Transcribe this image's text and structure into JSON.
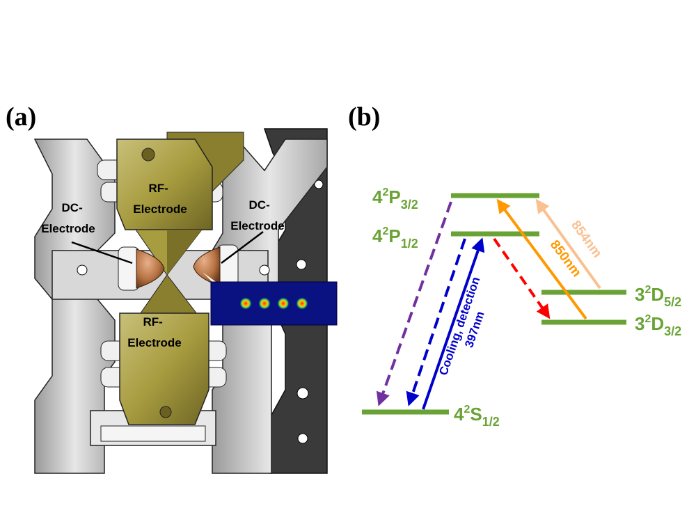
{
  "panel_a": {
    "tag": "(a)",
    "labels": {
      "rf_top": [
        "RF-",
        "Electrode"
      ],
      "rf_bottom": [
        "RF-",
        "Electrode"
      ],
      "dc_left": [
        "DC-",
        "Electrode"
      ],
      "dc_right": [
        "DC-",
        "Electrode"
      ]
    },
    "ion_count": 4
  },
  "panel_b": {
    "tag": "(b)",
    "levels": {
      "p32": {
        "main": "4",
        "sup": "2",
        "sym": "P",
        "sub": "3/2"
      },
      "p12": {
        "main": "4",
        "sup": "2",
        "sym": "P",
        "sub": "1/2"
      },
      "d52": {
        "main": "3",
        "sup": "2",
        "sym": "D",
        "sub": "5/2"
      },
      "d32": {
        "main": "3",
        "sup": "2",
        "sym": "D",
        "sub": "3/2"
      },
      "s12": {
        "main": "4",
        "sup": "2",
        "sym": "S",
        "sub": "1/2"
      }
    },
    "transitions": {
      "t397": {
        "label": [
          "Cooling, detection",
          "397nm"
        ],
        "color": "#0000cc"
      },
      "t850": {
        "label": "850nm",
        "color": "#ff9900"
      },
      "t854": {
        "label": "854nm",
        "color": "#fac090"
      },
      "decay_red": {
        "color": "#ff0000"
      },
      "decay_purple": {
        "color": "#7030a0"
      },
      "decay_blue": {
        "color": "#0000cc"
      }
    },
    "level_color": "#6aa335"
  }
}
